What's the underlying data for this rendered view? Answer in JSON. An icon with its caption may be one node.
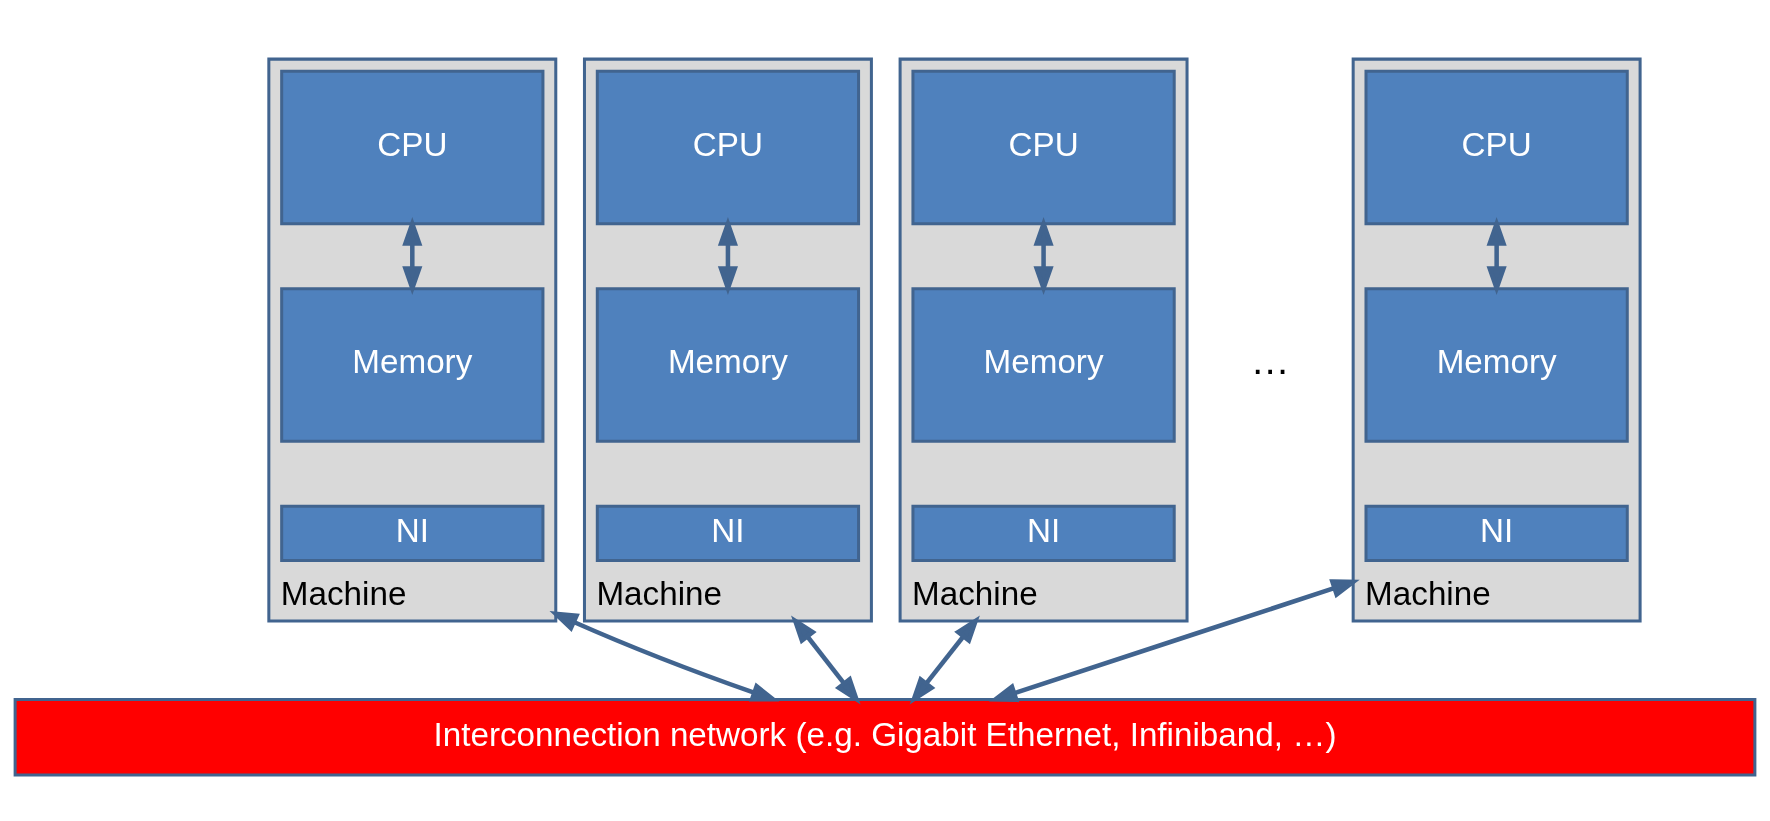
{
  "diagram": {
    "nodes": [
      {
        "text": [
          "Machine"
        ]
      },
      {
        "text": [
          "CPU"
        ],
        "in": 0
      },
      {
        "text": [
          "Memory"
        ],
        "in": 0
      },
      {
        "text": [
          "NI"
        ],
        "in": 0
      },
      {
        "text": [
          "Machine"
        ]
      },
      {
        "text": [
          "CPU"
        ],
        "in": 4
      },
      {
        "text": [
          "Memory"
        ],
        "in": 4
      },
      {
        "text": [
          "NI"
        ],
        "in": 4
      },
      {
        "text": [
          "Machine"
        ]
      },
      {
        "text": [
          "CPU"
        ],
        "in": 8
      },
      {
        "text": [
          "Memory"
        ],
        "in": 8
      },
      {
        "text": [
          "NI"
        ],
        "in": 8
      },
      {
        "text": [
          "Machine"
        ]
      },
      {
        "text": [
          "CPU"
        ],
        "in": 12
      },
      {
        "text": [
          "Memory"
        ],
        "in": 12
      },
      {
        "text": [
          "NI"
        ],
        "in": 12
      },
      {
        "text": [
          "Interconnection network (e.g. Gigabit Ethernet, Infiniband, …)"
        ]
      }
    ],
    "edges": [
      {
        "from": 1,
        "to": 2,
        "arrow": "both"
      },
      {
        "from": 5,
        "to": 6,
        "arrow": "both"
      },
      {
        "from": 9,
        "to": 10,
        "arrow": "both"
      },
      {
        "from": 13,
        "to": 14,
        "arrow": "both"
      },
      {
        "from": 0,
        "to": 16,
        "arrow": "both"
      },
      {
        "from": 4,
        "to": 16,
        "arrow": "both"
      },
      {
        "from": 8,
        "to": 16,
        "arrow": "both"
      },
      {
        "from": 12,
        "to": 16,
        "arrow": "both"
      }
    ],
    "labels": [
      "…"
    ]
  }
}
